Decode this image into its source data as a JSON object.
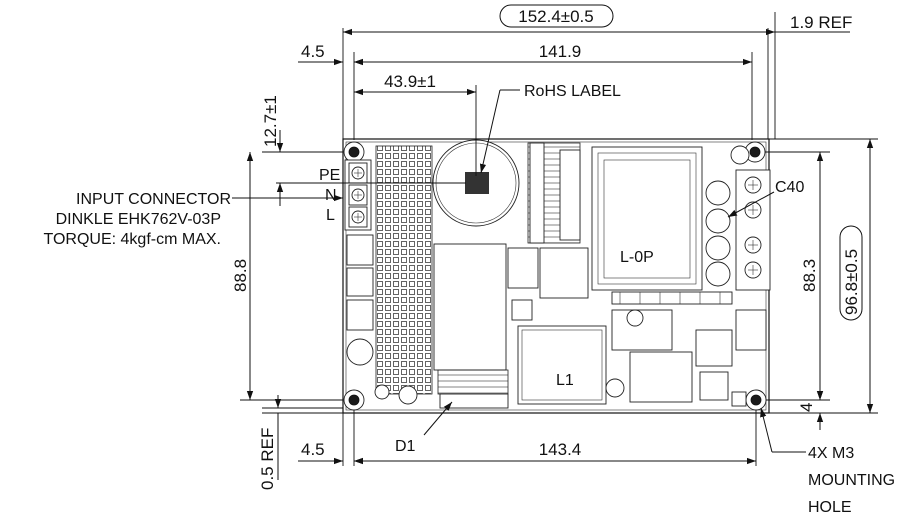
{
  "dimensions": {
    "overall_width": "152.4±0.5",
    "ref_right": "1.9 REF",
    "inner_width": "141.9",
    "left_offset_top": "4.5",
    "label_offset": "43.9±1",
    "label_vertical": "12.7±1",
    "overall_height": "96.8±0.5",
    "inner_height_right": "88.3",
    "inner_height_left": "88.8",
    "hole_offset_bottom": "4",
    "bottom_ref": "0.5 REF",
    "left_offset_bottom": "4.5",
    "hole_spacing": "143.4"
  },
  "callouts": {
    "rohs": "RoHS LABEL",
    "connector_line1": "INPUT CONNECTOR",
    "connector_line2": "DINKLE EHK762V-03P",
    "connector_line3": "TORQUE: 4kgf-cm MAX.",
    "capacitor": "C40",
    "diode": "D1",
    "mounting_line1": "4X M3",
    "mounting_line2": "MOUNTING",
    "mounting_line3": "HOLE"
  },
  "terminals": {
    "pe": "PE",
    "n": "N",
    "l": "L"
  },
  "components": {
    "inductor_l0p": "L-0P",
    "inductor_l1": "L1"
  }
}
